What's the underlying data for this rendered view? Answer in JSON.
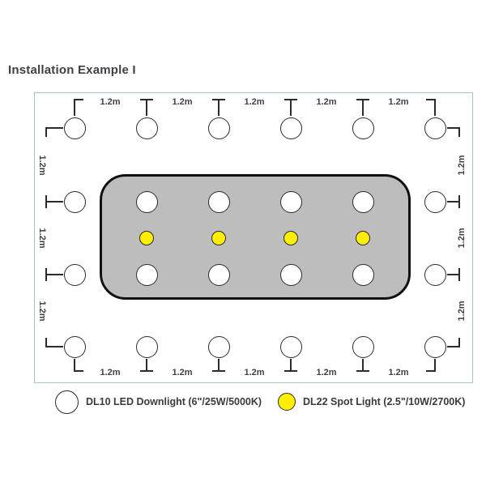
{
  "title": "Installation Example I",
  "diagram": {
    "dimension_label": "1.2m",
    "spacing_m": 1.2,
    "downlight_count": 24,
    "spotlight_count": 4,
    "grid": {
      "columns": 6,
      "rows": 4,
      "unit_inner_columns": 4,
      "unit_inner_rows": 3
    }
  },
  "legend": {
    "downlight": {
      "label": "DL10 LED Downlight (6\"/25W/5000K)",
      "fill": "#ffffff"
    },
    "spotlight": {
      "label": "DL22 Spot Light (2.5\"/10W/2700K)",
      "fill": "#ffee00"
    }
  },
  "colors": {
    "plan_border": "#a9c4c8",
    "unit_fill": "#bdbdbd",
    "unit_border": "#111111",
    "marker_stroke": "#2b2b2b",
    "text": "#3f3f46",
    "spotlight_yellow": "#ffee00"
  }
}
